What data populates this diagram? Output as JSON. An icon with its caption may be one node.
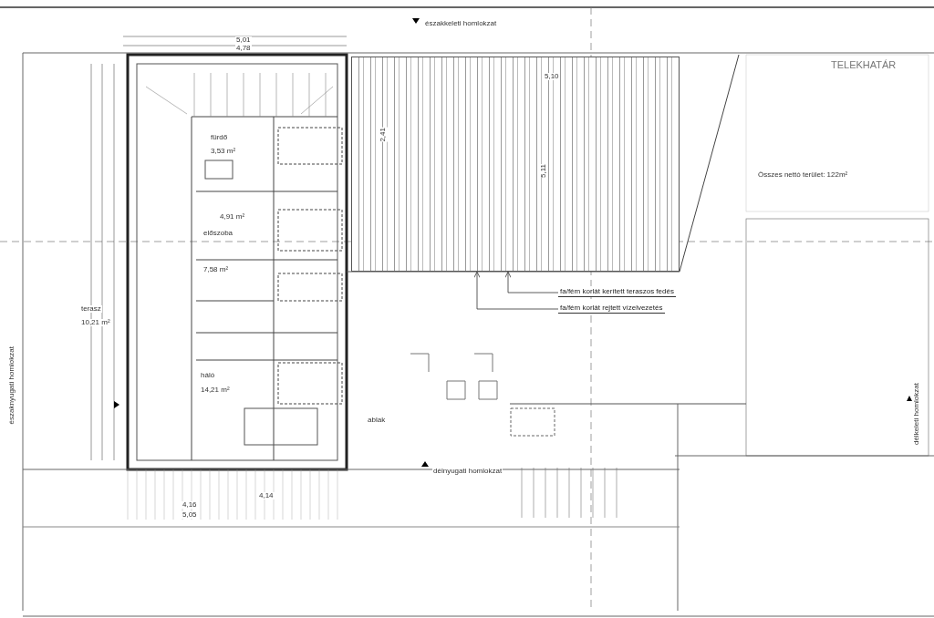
{
  "diagram": {
    "nodes": [
      {
        "text": [],
        "shape": "box"
      },
      {
        "text": [
          "fa/fém korlát kerített teraszos fedés"
        ]
      },
      {
        "text": [
          "fa/fém korlát rejtett vízelvezetés"
        ]
      }
    ],
    "edges": [
      {
        "from": 1,
        "to": 0,
        "arrow": "to"
      },
      {
        "from": 2,
        "to": 0,
        "arrow": "to"
      }
    ],
    "labels": [
      "északkeleti homlokzat",
      "5,01",
      "4,78",
      "TELEKHATÁR",
      "5,10",
      "2,41",
      "5,11",
      "Összes nettó terület: 122m²",
      "északnyugati homlokzat",
      "délkeleti homlokzat",
      "fürdő",
      "3,53 m²",
      "4,91 m²",
      "előszoba",
      "7,58 m²",
      "terasz",
      "10,21 m²",
      "háló",
      "14,21 m²",
      "ablak",
      "délnyugati homlokzat",
      "4,14",
      "4,16",
      "5,05"
    ]
  }
}
